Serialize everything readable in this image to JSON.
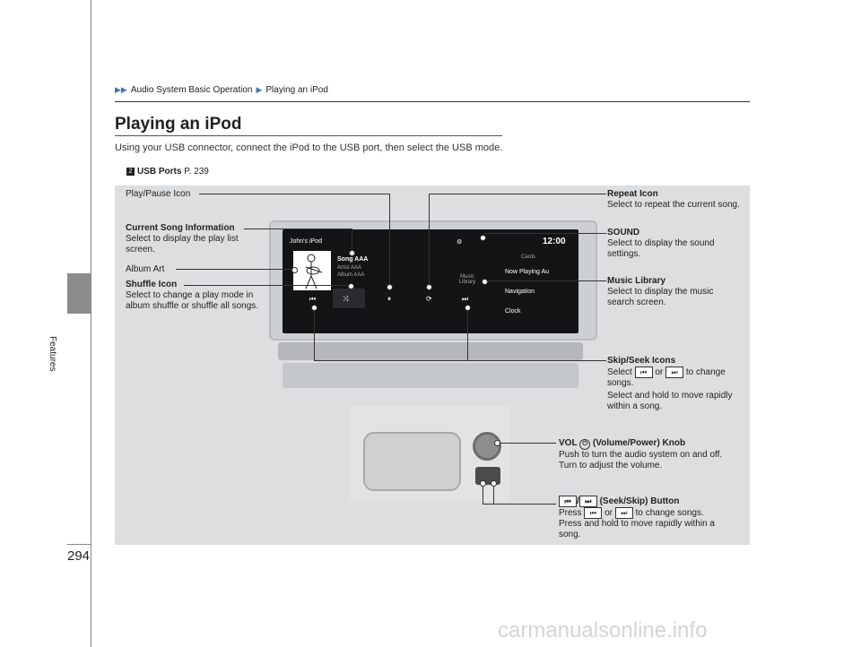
{
  "header": {
    "breadcrumb": [
      "Audio System Basic Operation",
      "Playing an iPod"
    ]
  },
  "side": {
    "section_label": "Features",
    "page_number": "294"
  },
  "main": {
    "title": "Playing an iPod",
    "intro": "Using your USB connector, connect the iPod to the USB port, then select the USB mode.",
    "xref_label": "USB Ports",
    "xref_page": "P. 239"
  },
  "callouts": {
    "play_pause": "Play/Pause Icon",
    "current_song_title": "Current Song Information",
    "current_song_desc": "Select to display the play list screen.",
    "album_art": "Album Art",
    "shuffle_title": "Shuffle Icon",
    "shuffle_desc": "Select to change a play mode in album shuffle or shuffle all songs.",
    "repeat_title": "Repeat Icon",
    "repeat_desc": "Select to repeat the current song.",
    "sound_title": "SOUND",
    "sound_desc": "Select to display the sound settings.",
    "music_lib_title": "Music Library",
    "music_lib_desc": "Select to display the music search screen.",
    "skip_title": "Skip/Seek Icons",
    "skip_desc1_a": "Select",
    "skip_desc1_b": "or",
    "skip_desc1_c": "to change songs.",
    "skip_desc2": "Select and hold to move rapidly within a song.",
    "vol_title": "VOL",
    "vol_title_rest": "(Volume/Power) Knob",
    "vol_desc": "Push to turn the audio system on and off. Turn to adjust the volume.",
    "seek_btn_title": "(Seek/Skip) Button",
    "seek_btn_desc_a": "Press",
    "seek_btn_desc_b": "or",
    "seek_btn_desc_c": "to change songs.",
    "seek_btn_desc2": "Press and hold to move rapidly within a song."
  },
  "screen": {
    "source": "John's iPod",
    "song": "Song AAA",
    "artist": "Artist AAA",
    "album": "Album AAA",
    "clock": "12:00",
    "cards": "Cards",
    "music_library": "Music Library",
    "now_playing": "Now Playing Au",
    "navigation": "Navigation",
    "clock_item": "Clock"
  },
  "watermark": "carmanualsonline.info"
}
